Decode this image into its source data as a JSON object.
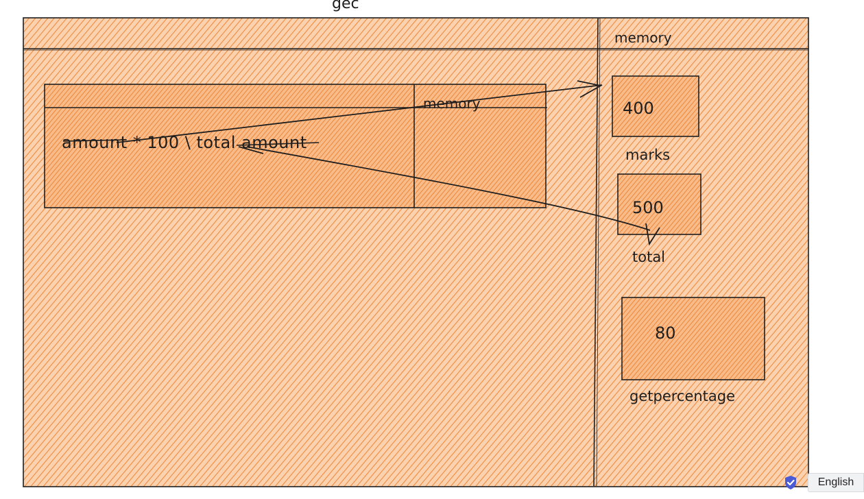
{
  "diagram": {
    "title": "gec",
    "outer_memory_label": "memory",
    "inner_memory_label": "memory",
    "expression": "amount * 100 \\ total amount",
    "variables": [
      {
        "label": "marks",
        "value": "400"
      },
      {
        "label": "total",
        "value": "500"
      },
      {
        "label": "getpercentage",
        "value": "80"
      }
    ]
  },
  "language_button": {
    "label": "English"
  },
  "colors": {
    "fill": "#f7b27a",
    "hatch": "#f08a3c",
    "stroke": "#1e1e1e"
  }
}
